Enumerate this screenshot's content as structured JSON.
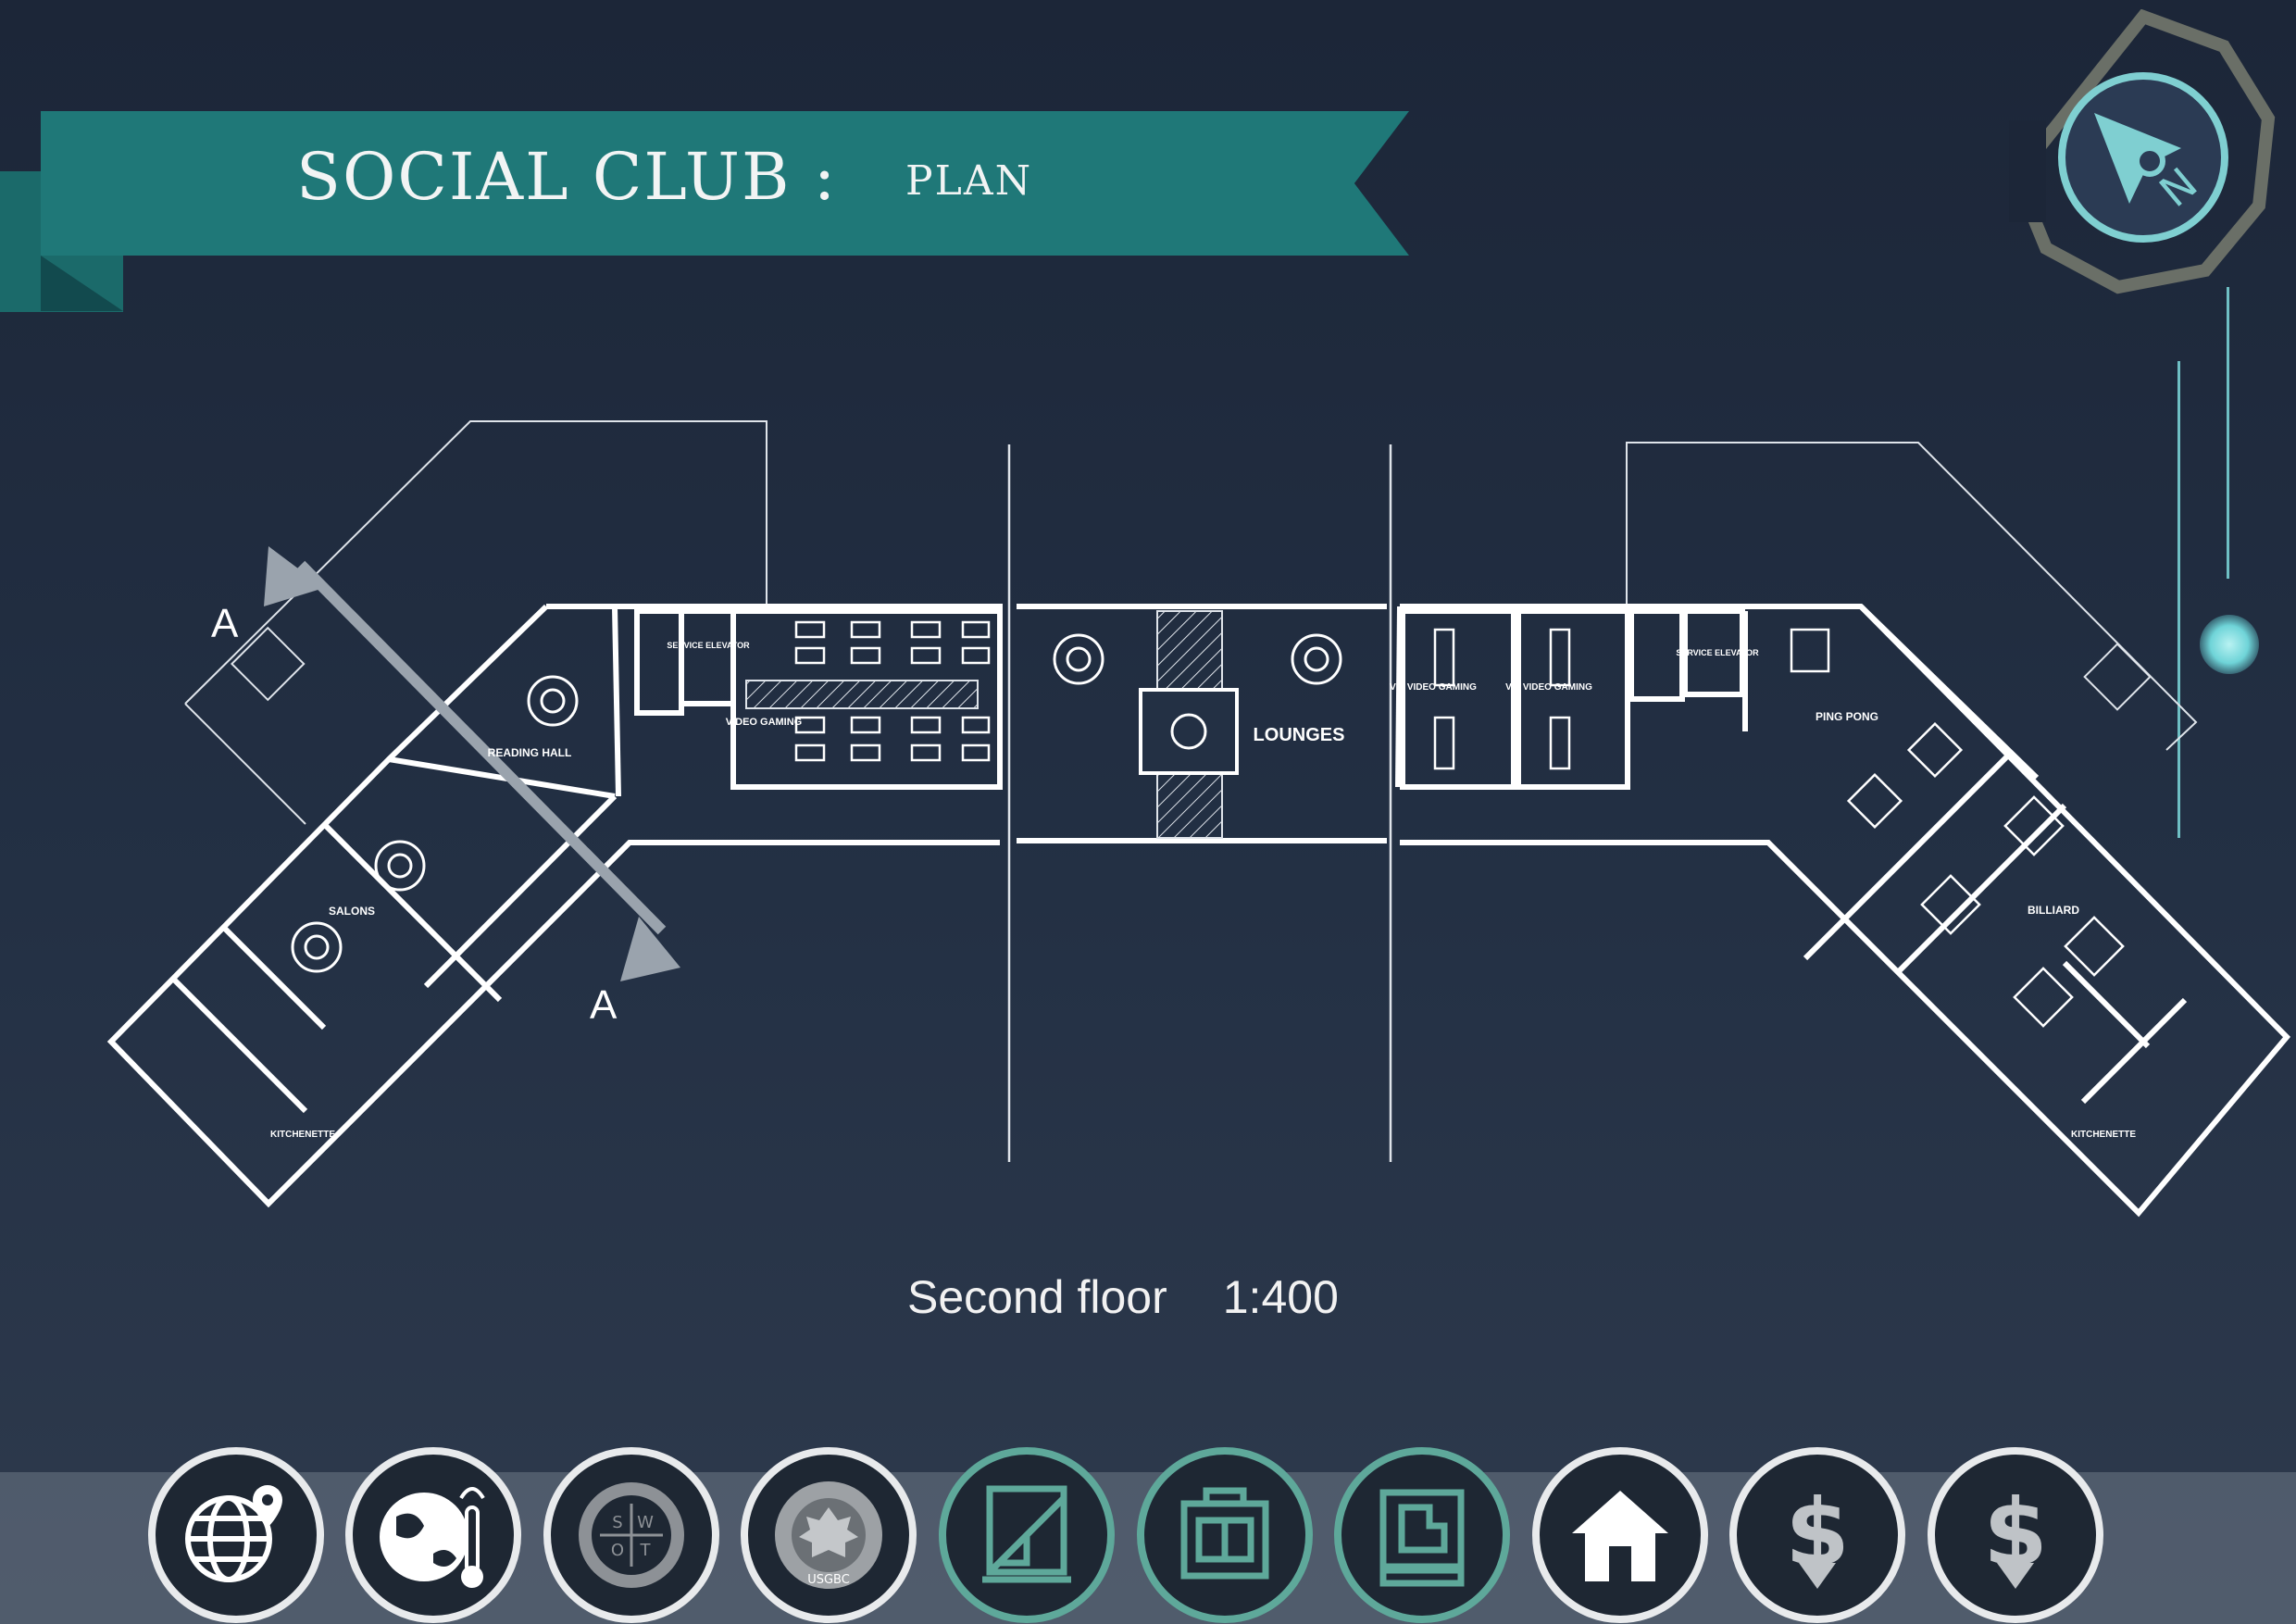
{
  "header": {
    "title": "SOCIAL CLUB :",
    "subtitle": "PLAN"
  },
  "plan": {
    "section_marker": "A",
    "rooms": {
      "reading_hall": "READING HALL",
      "salons": "SALONS",
      "kitchenette_left": "KITCHENETTE",
      "service_elevator_left": "SERVICE ELEVATOR",
      "video_gaming": "VIDEO GAMING",
      "lounges": "LOUNGES",
      "vip_video_gaming_1": "VIP VIDEO GAMING",
      "vip_video_gaming_2": "VIP VIDEO GAMING",
      "service_elevator_right": "SERVICE ELEVATOR",
      "ping_pong": "PING PONG",
      "billiard": "BILLIARD",
      "kitchenette_right": "KITCHENETTE"
    }
  },
  "caption": {
    "floor": "Second floor",
    "scale": "1:400"
  },
  "navigation": {
    "buttons": [
      {
        "icon": "globe-location-icon",
        "accent": "#e8eaec"
      },
      {
        "icon": "earth-climate-icon",
        "accent": "#e8eaec"
      },
      {
        "icon": "swot-icon",
        "accent": "#e8eaec",
        "letters": [
          "S",
          "W",
          "O",
          "T"
        ]
      },
      {
        "icon": "usgbc-icon",
        "accent": "#e8eaec",
        "text": "USGBC"
      },
      {
        "icon": "site-plan-icon",
        "accent": "#5ea89a"
      },
      {
        "icon": "floor-plan-icon",
        "accent": "#5ea89a"
      },
      {
        "icon": "blueprint-icon",
        "accent": "#5ea89a"
      },
      {
        "icon": "home-icon",
        "accent": "#e8eaec"
      },
      {
        "icon": "dollar-down-icon",
        "accent": "#e8eaec"
      },
      {
        "icon": "dollar-down-icon",
        "accent": "#e8eaec"
      }
    ]
  },
  "colors": {
    "background": "#233044",
    "ribbon": "#1f7878",
    "accent": "#6fbfc4"
  }
}
